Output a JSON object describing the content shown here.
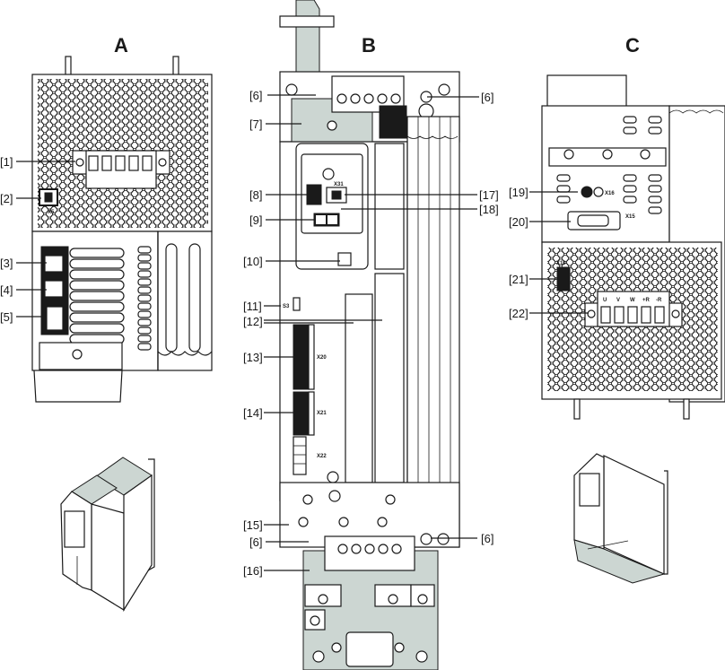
{
  "figure": {
    "views": [
      {
        "id": "A",
        "title": "A"
      },
      {
        "id": "B",
        "title": "B"
      },
      {
        "id": "C",
        "title": "C"
      }
    ],
    "callouts": {
      "c1": "[1]",
      "c2": "[2]",
      "c3": "[3]",
      "c4": "[4]",
      "c5": "[5]",
      "c6a": "[6]",
      "c6b": "[6]",
      "c6c": "[6]",
      "c6d": "[6]",
      "c7": "[7]",
      "c8": "[8]",
      "c9": "[9]",
      "c10": "[10]",
      "c11": "[11]",
      "c12": "[12]",
      "c13": "[13]",
      "c14": "[14]",
      "c15": "[15]",
      "c16": "[16]",
      "c17": "[17]",
      "c18": "[18]",
      "c19": "[19]",
      "c20": "[20]",
      "c21": "[21]",
      "c22": "[22]"
    },
    "connector_labels": {
      "x5": "X5",
      "x31": "X31",
      "s3": "S3",
      "x20": "X20",
      "x21": "X21",
      "x22": "X22",
      "x16": "X16",
      "x15": "X15",
      "x10": "X10"
    },
    "terminal_labels": [
      "U",
      "V",
      "W",
      "+R",
      "-R"
    ],
    "colors": {
      "line": "#1a1a1a",
      "highlight_fill": "#ccd6d2",
      "background": "#ffffff"
    }
  }
}
